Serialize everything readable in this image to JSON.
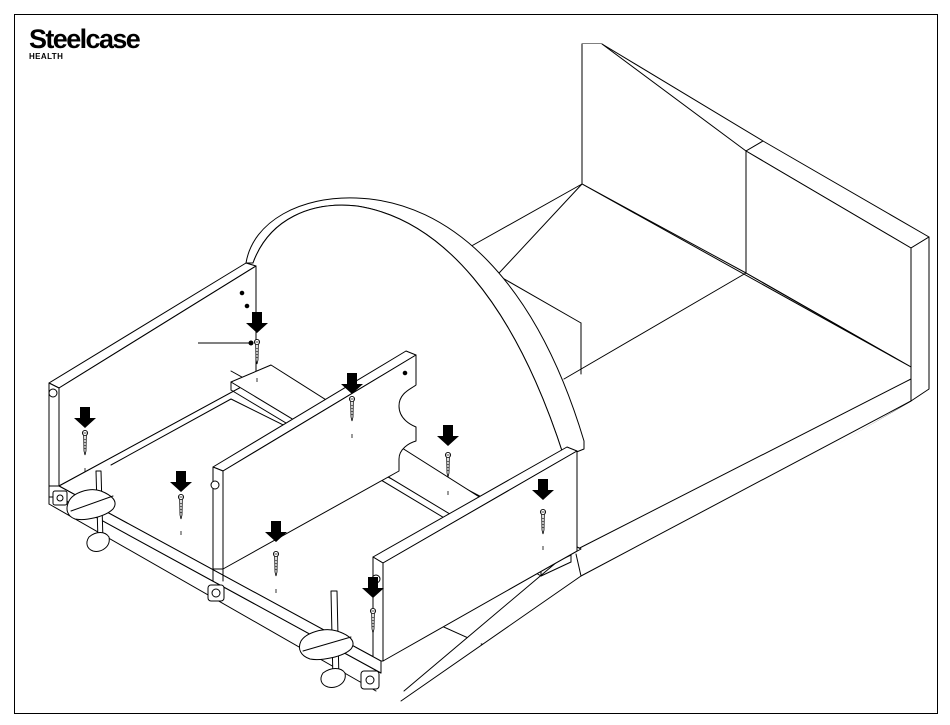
{
  "brand": {
    "name": "Steelcase",
    "division": "HEALTH"
  },
  "diagram": {
    "subject": "cabinet-assembly",
    "line_color": "#000000",
    "background": "#ffffff",
    "icons": [
      "down-arrow-icon",
      "screw-icon",
      "clamp-icon",
      "caster-icon"
    ]
  }
}
